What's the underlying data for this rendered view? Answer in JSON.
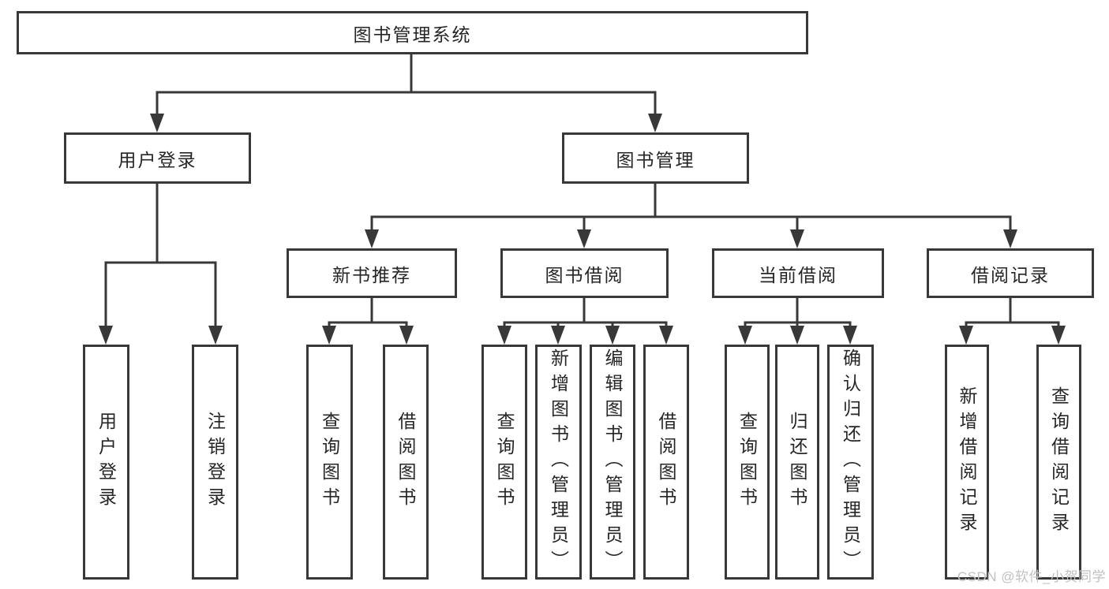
{
  "diagram": {
    "title": "图书管理系统",
    "root": "图书管理系统",
    "user_login": "用户登录",
    "book_mgmt": "图书管理",
    "new_book_rec": "新书推荐",
    "book_borrow": "图书借阅",
    "current_borrow": "当前借阅",
    "borrow_records": "借阅记录",
    "leaf_login": "用户登录",
    "leaf_logout": "注销登录",
    "rec_query_books": "查询图书",
    "rec_borrow_books": "借阅图书",
    "bb_query_books": "查询图书",
    "bb_add_books": "新增图书（管理员）",
    "bb_edit_books": "编辑图书（管理员）",
    "bb_borrow_books": "借阅图书",
    "cb_query_books": "查询图书",
    "cb_return_books": "归还图书",
    "cb_confirm_return": "确认归还（管理员）",
    "br_add_record": "新增借阅记录",
    "br_query_record": "查询借阅记录"
  },
  "watermark": "CSDN @软件_小贺同学",
  "colors": {
    "line": "#383838",
    "text": "#262626",
    "watermark": "#c1c1c1",
    "background": "#ffffff"
  }
}
